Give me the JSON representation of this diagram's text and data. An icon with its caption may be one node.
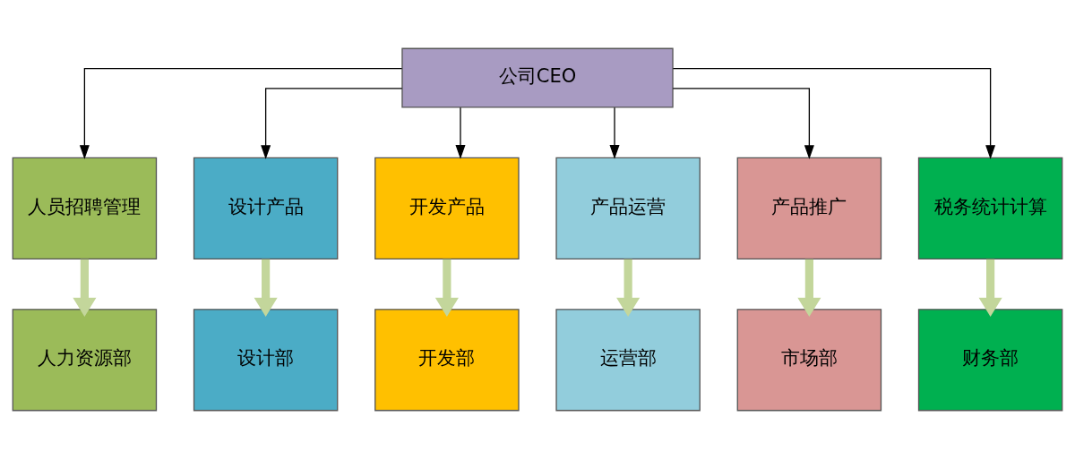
{
  "diagram": {
    "nodes": [
      {
        "text": [
          "公司CEO"
        ]
      },
      {
        "text": [
          "人员招聘管理"
        ]
      },
      {
        "text": [
          "设计产品"
        ]
      },
      {
        "text": [
          "开发产品"
        ]
      },
      {
        "text": [
          "产品运营"
        ]
      },
      {
        "text": [
          "产品推广"
        ]
      },
      {
        "text": [
          "税务统计计算"
        ]
      },
      {
        "text": [
          "人力资源部"
        ]
      },
      {
        "text": [
          "设计部"
        ]
      },
      {
        "text": [
          "开发部"
        ]
      },
      {
        "text": [
          "运营部"
        ]
      },
      {
        "text": [
          "市场部"
        ]
      },
      {
        "text": [
          "财务部"
        ]
      }
    ],
    "edges": [
      {
        "from": 0,
        "to": 1,
        "arrow": "to"
      },
      {
        "from": 0,
        "to": 2,
        "arrow": "to"
      },
      {
        "from": 0,
        "to": 3,
        "arrow": "to"
      },
      {
        "from": 0,
        "to": 4,
        "arrow": "to"
      },
      {
        "from": 0,
        "to": 5,
        "arrow": "to"
      },
      {
        "from": 0,
        "to": 6,
        "arrow": "to"
      },
      {
        "from": 1,
        "to": 7,
        "arrow": "to",
        "style": "thick",
        "color": "#c3d69b"
      },
      {
        "from": 2,
        "to": 8,
        "arrow": "to",
        "style": "thick",
        "color": "#c3d69b"
      },
      {
        "from": 3,
        "to": 9,
        "arrow": "to",
        "style": "thick",
        "color": "#c3d69b"
      },
      {
        "from": 4,
        "to": 10,
        "arrow": "to",
        "style": "thick",
        "color": "#c3d69b"
      },
      {
        "from": 5,
        "to": 11,
        "arrow": "to",
        "style": "thick",
        "color": "#c3d69b"
      },
      {
        "from": 6,
        "to": 12,
        "arrow": "to",
        "style": "thick",
        "color": "#c3d69b"
      }
    ]
  }
}
